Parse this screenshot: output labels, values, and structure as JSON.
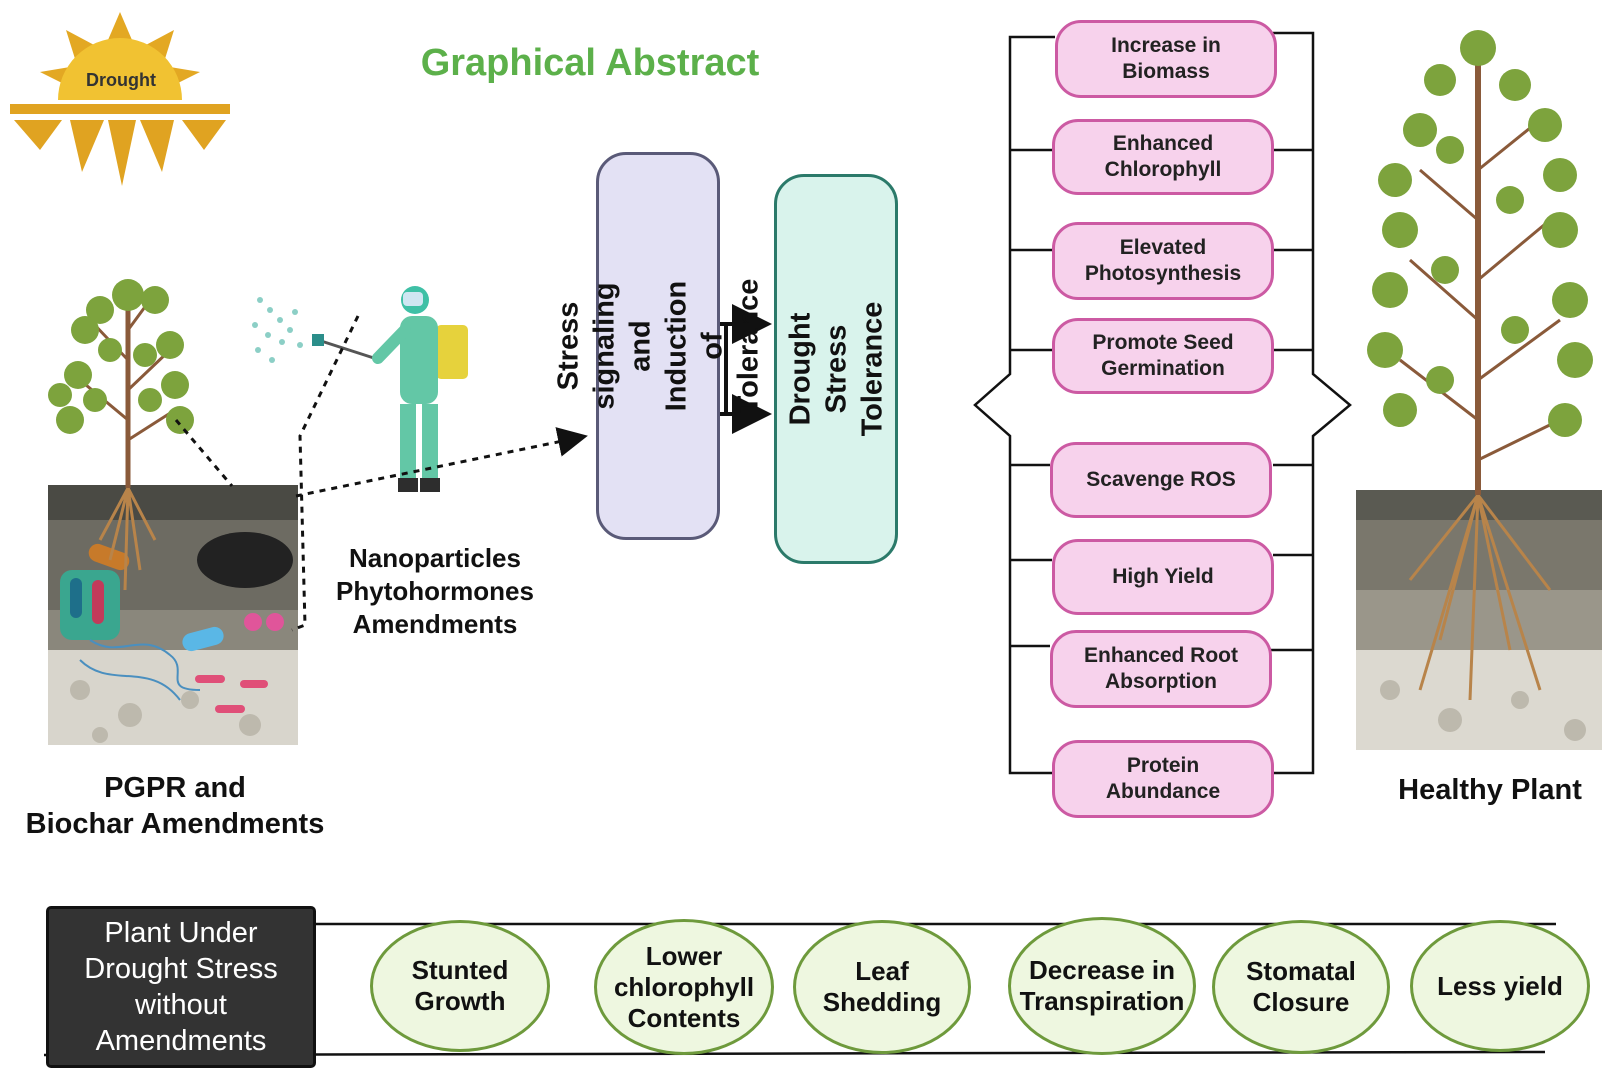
{
  "title": "Graphical Abstract",
  "sun_label": "Drought",
  "left_caption": "PGPR and\nBiochar Amendments",
  "spray_caption": "Nanoparticles\nPhytohormones\nAmendments",
  "box_signaling": "Stress signaling and\nInduction of Tolerance",
  "box_tolerance": "Drought Stress\nTolerance",
  "benefits": [
    "Increase in\nBiomass",
    "Enhanced\nChlorophyll",
    "Elevated\nPhotosynthesis",
    "Promote Seed\nGermination",
    "Scavenge ROS",
    "High Yield",
    "Enhanced Root\nAbsorption",
    "Protein\nAbundance"
  ],
  "right_caption": "Healthy Plant",
  "stress_box": "Plant Under\nDrought Stress\nwithout\nAmendments",
  "effects": [
    "Stunted\nGrowth",
    "Lower\nchlorophyll\nContents",
    "Leaf\nShedding",
    "Decrease in\nTranspiration",
    "Stomatal\nClosure",
    "Less yield"
  ],
  "colors": {
    "title": "#5cb04a",
    "sun": "#e0a321",
    "benefit_fill": "#f7d2ec",
    "benefit_border": "#cc5aa3",
    "signaling_fill": "#e3e1f4",
    "tolerance_fill": "#d9f3ec",
    "effect_fill": "#eef7e0",
    "effect_border": "#6e9a3c",
    "stress_box": "#333333"
  }
}
